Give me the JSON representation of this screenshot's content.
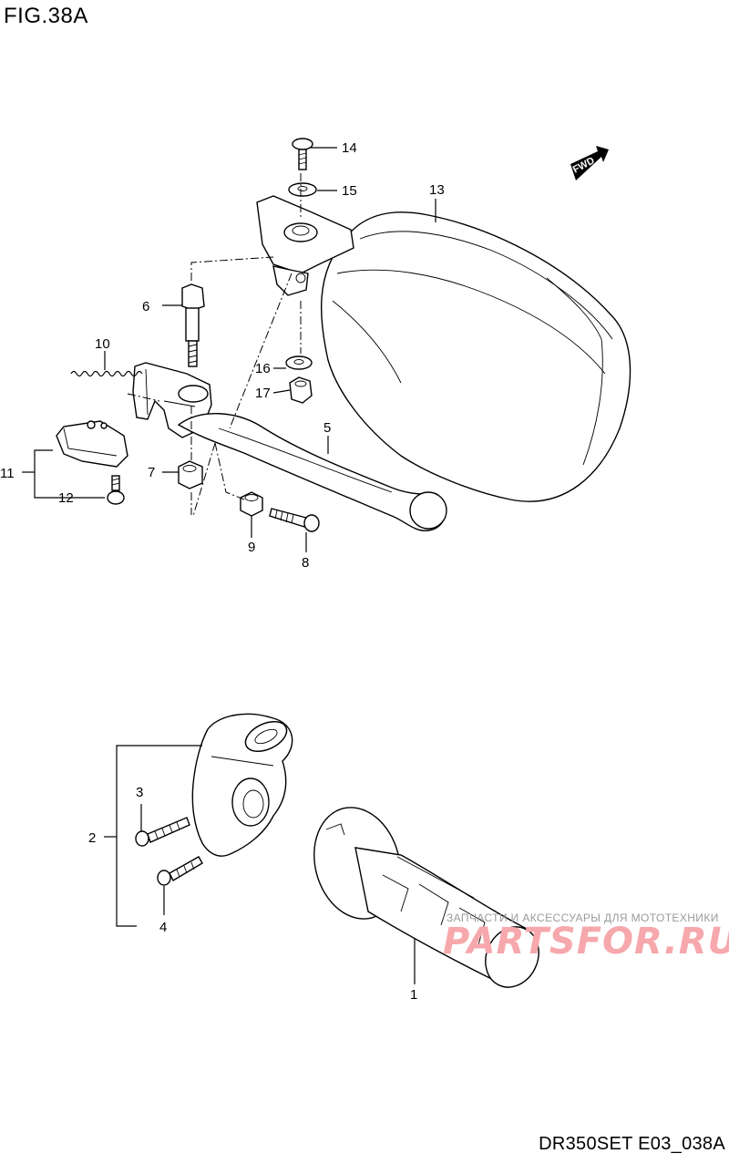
{
  "title": "FIG.38A",
  "footer_code": "DR350SET E03_038A",
  "watermark": {
    "tagline": "ЗАПЧАСТИ И АКСЕССУАРЫ ДЛЯ МОТОТЕХНИКИ",
    "logo": "PARTSFOR.RU"
  },
  "direction_badge": "FWD",
  "callouts": [
    "1",
    "2",
    "3",
    "4",
    "5",
    "6",
    "7",
    "8",
    "9",
    "10",
    "11",
    "12",
    "13",
    "14",
    "15",
    "16",
    "17"
  ]
}
